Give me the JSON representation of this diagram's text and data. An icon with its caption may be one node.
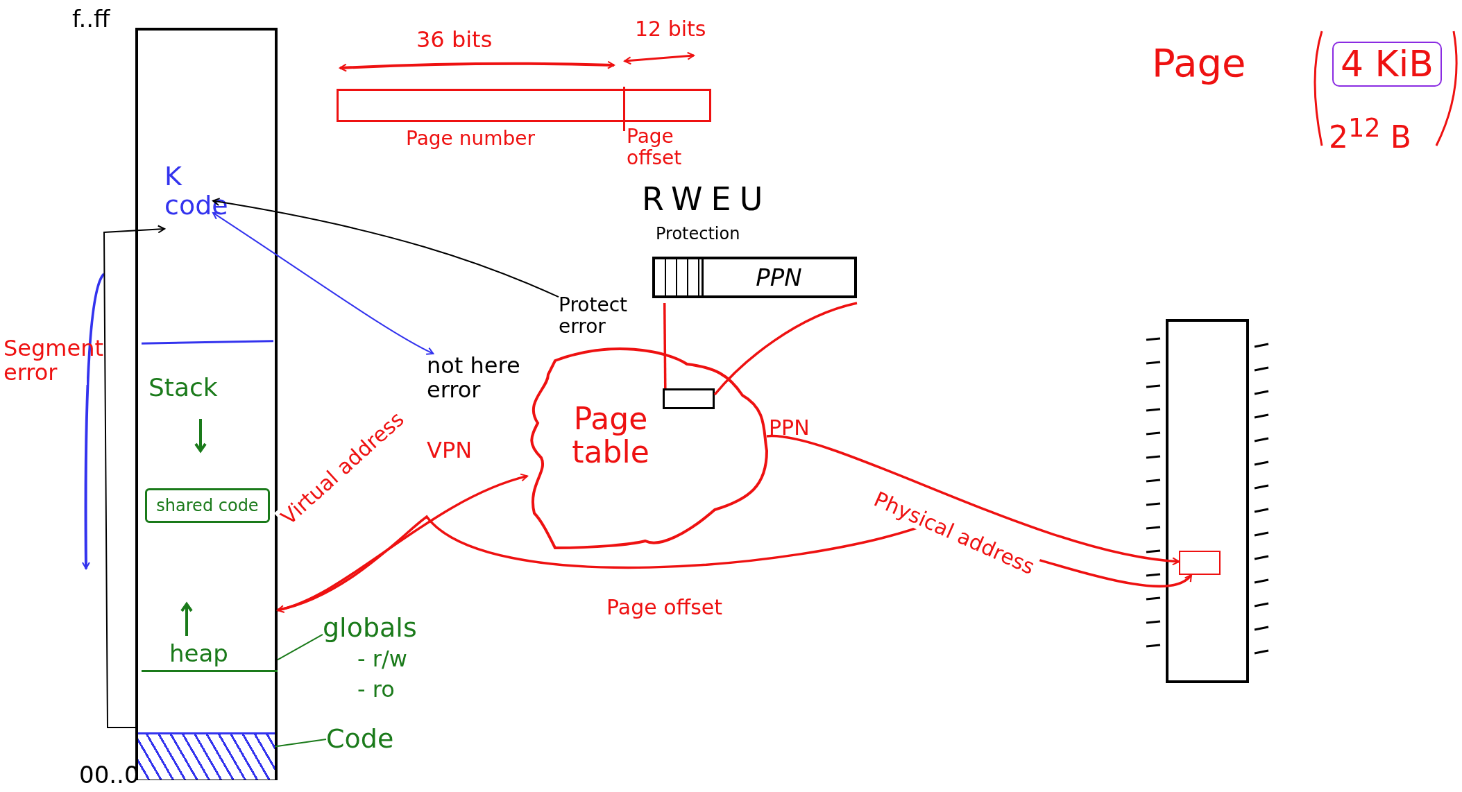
{
  "diagram": {
    "nodes": [
      {
        "text": [],
        "shape": "box",
        "beside": [
          "f..ff",
          "00..0"
        ]
      },
      {
        "text": [
          "K code"
        ],
        "in": 0
      },
      {
        "text": [
          "Stack"
        ],
        "in": 0
      },
      {
        "text": [
          "shared code"
        ],
        "in": 0
      },
      {
        "text": [
          "heap"
        ],
        "in": 0
      },
      {
        "text": [],
        "shape": "box",
        "in": 0
      },
      {
        "text": [
          "globals",
          "- r/w",
          "- ro"
        ]
      },
      {
        "text": [
          "Code"
        ]
      },
      {
        "text": [
          "not here error"
        ]
      },
      {
        "text": [
          "Protect error"
        ]
      },
      {
        "text": [
          "Page table"
        ]
      },
      {
        "text": [],
        "shape": "box",
        "in": 10
      },
      {
        "text": [
          "RWEU",
          "Protection",
          "PPN"
        ]
      },
      {
        "text": [
          "Page number",
          "Page offset"
        ]
      },
      {
        "text": [],
        "shape": "box"
      },
      {
        "text": [],
        "shape": "box",
        "in": 14
      }
    ],
    "edges": [
      {
        "from": 9,
        "to": 1,
        "arrow": "to",
        "color": "#000000"
      },
      {
        "from": 8,
        "to": 1,
        "arrow": "both",
        "color": "#3333ee"
      },
      {
        "from": 0,
        "to": 10,
        "arrow": "both",
        "label": "Virtual address"
      },
      {
        "from": 10,
        "to": 15,
        "arrow": "to",
        "label": "Physical address"
      },
      {
        "from": 0,
        "to": 15,
        "arrow": "to",
        "label": "Page offset"
      },
      {
        "from": 11,
        "to": 12,
        "arrow": "none"
      },
      {
        "from": 11,
        "to": 12,
        "arrow": "none"
      },
      {
        "from": 0,
        "to": 1,
        "arrow": "to",
        "color": "#000000"
      },
      {
        "from": 6,
        "to": 0,
        "arrow": "none",
        "color": "#1a7a1a"
      },
      {
        "from": 7,
        "to": 5,
        "arrow": "none",
        "color": "#1a7a1a"
      }
    ],
    "labels": [
      "36 bits",
      "12 bits",
      "Page",
      "4 KiB",
      "2$^{12}$ B",
      "Segment error",
      "VPN",
      "PPN"
    ]
  }
}
